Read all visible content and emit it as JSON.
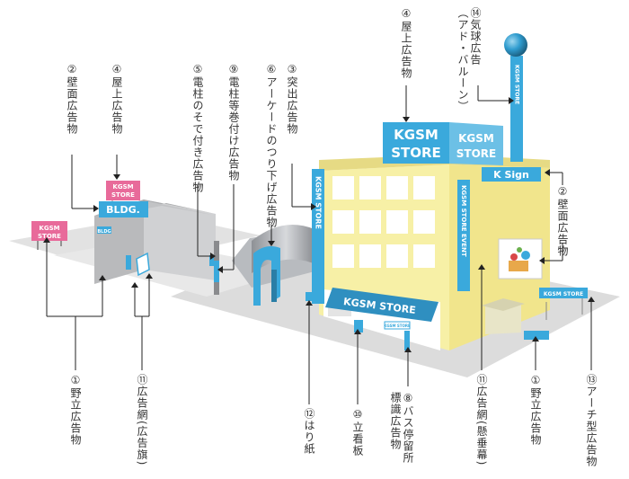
{
  "labels": {
    "l1a": "①野立広告物",
    "l2a": "②壁面広告物",
    "l4a": "④屋上広告物",
    "l5": "⑤電柱のそで付き広告物",
    "l9": "⑨電柱等巻付け広告物",
    "l6": "⑥アーケードのつり下げ広告物",
    "l3": "③突出広告物",
    "l4b": "④屋上広告物",
    "l14a": "⑭気球広告",
    "l14b": "（アド・バルーン）",
    "l2b": "②壁面広告物",
    "l11a": "⑪広告網(広告旗)",
    "l12": "⑫はり紙",
    "l10": "⑩立看板",
    "l8a": "⑧バス停留所",
    "l8b": "標識広告物",
    "l11b": "⑪広告網(懸垂幕)",
    "l1b": "①野立広告物",
    "l13": "⑬アーチ型広告物"
  },
  "signs": {
    "small_kgsm_1": "KGSM",
    "small_store_1": "STORE",
    "roof_small_1": "KGSM",
    "roof_small_2": "STORE",
    "bldg": "BLDG.",
    "bldg_small": "BLDG",
    "roof_main_1": "KGSM",
    "roof_main_2": "STORE",
    "roof_side_1": "KGSM",
    "roof_side_2": "STORE",
    "balloon": "KGSM STORE",
    "k_sign": "K Sign",
    "projecting": "KGSM STORE",
    "banner": "KGSM STORE EVENT",
    "awning": "KGSM STORE",
    "bus_stop": "KGSM STORE",
    "arch": "KGSM STORE"
  },
  "colors": {
    "sign_blue": "#3aa9dc",
    "sign_pink": "#e86a9a",
    "building_yellow": "#f7f0a6",
    "building_side": "#f1e58c",
    "gray_building": "#c8c9cb",
    "ground": "#dcdcdc"
  }
}
